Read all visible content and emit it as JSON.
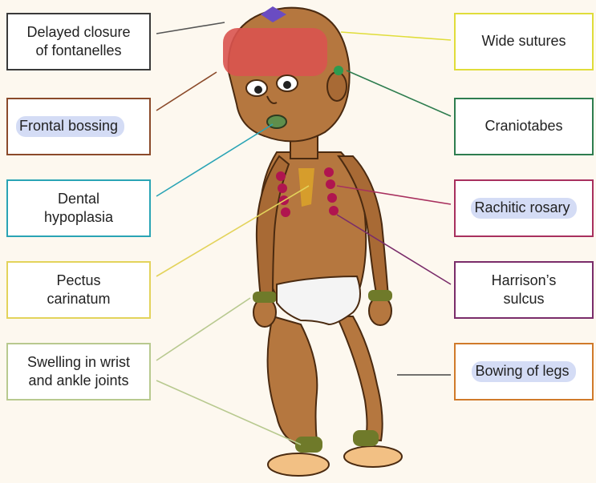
{
  "labels": {
    "delayed_closure": "Delayed closure\nof fontanelles",
    "frontal_bossing": "Frontal bossing",
    "dental_hypoplasia": "Dental\nhypoplasia",
    "pectus_carinatum": "Pectus\ncarinatum",
    "swelling_joints": "Swelling in wrist\nand ankle joints",
    "wide_sutures": "Wide sutures",
    "craniotabes": "Craniotabes",
    "rachitic_rosary": "Rachitic rosary",
    "harrisons_sulcus": "Harrison’s\nsulcus",
    "bowing_of_legs": "Bowing of legs"
  },
  "colors": {
    "background": "#fdf8ef",
    "skin": "#b5773f",
    "skin_dark": "#8a5526",
    "frontal_area": "#d9534f",
    "fontanelle": "#6a4cc2",
    "rosary_dots": "#b0154f",
    "joint_bands": "#6f7a2a",
    "diaper": "#f4f4f4",
    "highlight": "#d4dcf5"
  }
}
